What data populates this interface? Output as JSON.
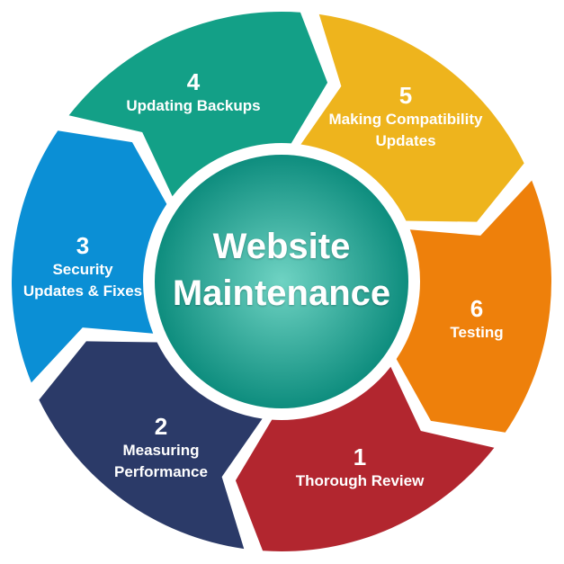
{
  "title": {
    "line1": "Website",
    "line2": "Maintenance"
  },
  "steps": [
    {
      "number": "1",
      "lines": [
        "Thorough Review"
      ],
      "color": "#b2262f"
    },
    {
      "number": "2",
      "lines": [
        "Measuring",
        "Performance"
      ],
      "color": "#2b3a68"
    },
    {
      "number": "3",
      "lines": [
        "Security",
        "Updates & Fixes"
      ],
      "color": "#0b8fd5"
    },
    {
      "number": "4",
      "lines": [
        "Updating Backups"
      ],
      "color": "#13a087"
    },
    {
      "number": "5",
      "lines": [
        "Making Compatibility",
        "Updates"
      ],
      "color": "#eeb41d"
    },
    {
      "number": "6",
      "lines": [
        "Testing"
      ],
      "color": "#ee800b"
    }
  ]
}
